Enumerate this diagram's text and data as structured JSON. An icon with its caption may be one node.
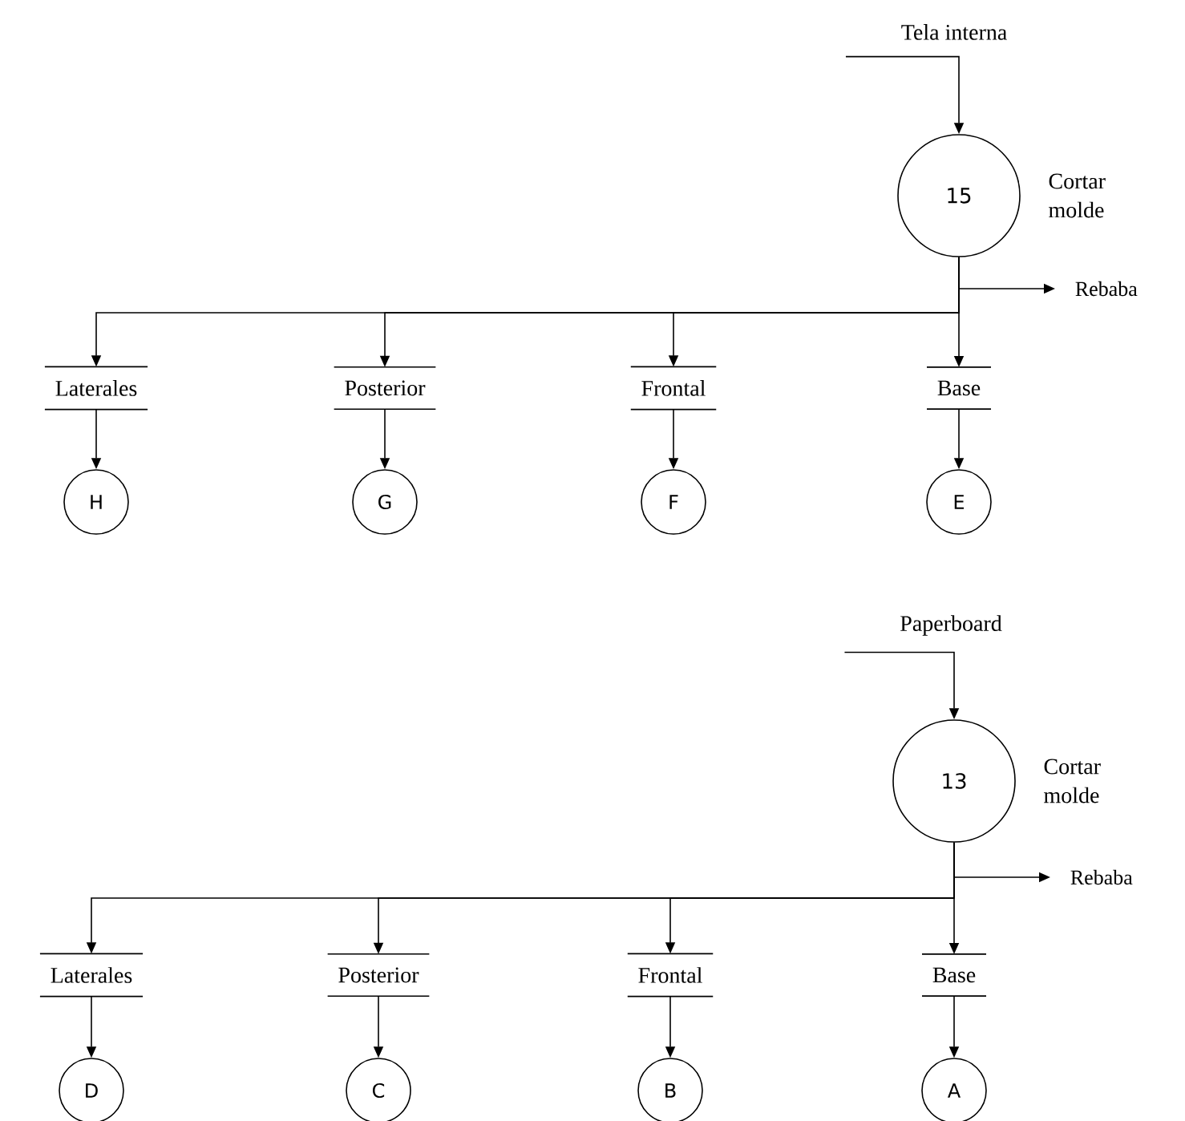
{
  "diagram": {
    "nodes": [
      {
        "text": [
          "Tela interna"
        ]
      },
      {
        "text": [
          "15"
        ],
        "beside": [
          "Cortar molde"
        ]
      },
      {
        "text": [
          "Rebaba"
        ]
      },
      {
        "text": [
          "Laterales"
        ]
      },
      {
        "text": [
          "Posterior"
        ]
      },
      {
        "text": [
          "Frontal"
        ]
      },
      {
        "text": [
          "Base"
        ]
      },
      {
        "text": [
          "H"
        ]
      },
      {
        "text": [
          "G"
        ]
      },
      {
        "text": [
          "F"
        ]
      },
      {
        "text": [
          "E"
        ]
      },
      {
        "text": [
          "Paperboard"
        ]
      },
      {
        "text": [
          "13"
        ],
        "beside": [
          "Cortar molde"
        ]
      },
      {
        "text": [
          "Rebaba"
        ]
      },
      {
        "text": [
          "Laterales"
        ]
      },
      {
        "text": [
          "Posterior"
        ]
      },
      {
        "text": [
          "Frontal"
        ]
      },
      {
        "text": [
          "Base"
        ]
      },
      {
        "text": [
          "D"
        ]
      },
      {
        "text": [
          "C"
        ]
      },
      {
        "text": [
          "B"
        ]
      },
      {
        "text": [
          "A"
        ]
      }
    ],
    "edges": [
      {
        "from": 0,
        "to": 1,
        "arrow": "to"
      },
      {
        "from": 1,
        "to": 2,
        "arrow": "to"
      },
      {
        "from": 1,
        "to": 3,
        "arrow": "to"
      },
      {
        "from": 1,
        "to": 4,
        "arrow": "to"
      },
      {
        "from": 1,
        "to": 5,
        "arrow": "to"
      },
      {
        "from": 1,
        "to": 6,
        "arrow": "to"
      },
      {
        "from": 3,
        "to": 7,
        "arrow": "to"
      },
      {
        "from": 4,
        "to": 8,
        "arrow": "to"
      },
      {
        "from": 5,
        "to": 9,
        "arrow": "to"
      },
      {
        "from": 6,
        "to": 10,
        "arrow": "to"
      },
      {
        "from": 11,
        "to": 12,
        "arrow": "to"
      },
      {
        "from": 12,
        "to": 13,
        "arrow": "to"
      },
      {
        "from": 12,
        "to": 14,
        "arrow": "to"
      },
      {
        "from": 12,
        "to": 15,
        "arrow": "to"
      },
      {
        "from": 12,
        "to": 16,
        "arrow": "to"
      },
      {
        "from": 12,
        "to": 17,
        "arrow": "to"
      },
      {
        "from": 14,
        "to": 18,
        "arrow": "to"
      },
      {
        "from": 15,
        "to": 19,
        "arrow": "to"
      },
      {
        "from": 16,
        "to": 20,
        "arrow": "to"
      },
      {
        "from": 17,
        "to": 21,
        "arrow": "to"
      }
    ]
  }
}
